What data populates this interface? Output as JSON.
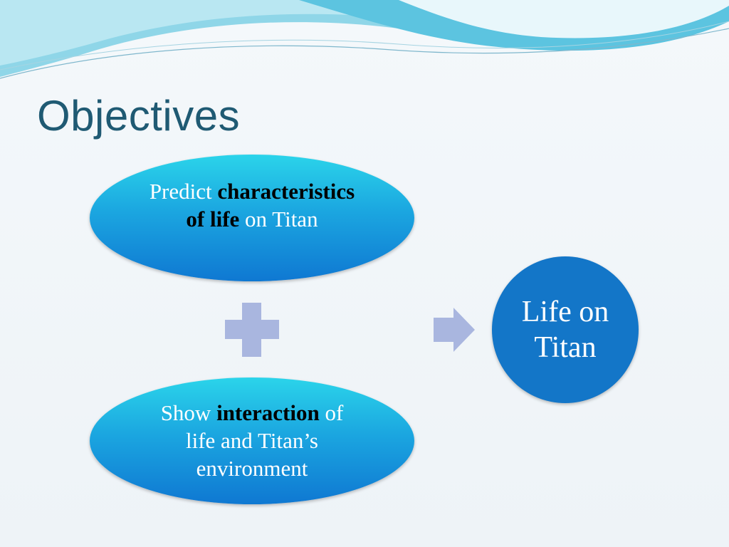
{
  "slide": {
    "title": "Objectives",
    "top_ellipse": {
      "part1": "Predict ",
      "bold1": "characteristics",
      "part2": " ",
      "bold2": "of",
      "part3": " ",
      "bold3": "life",
      "part4": " on Titan"
    },
    "bottom_ellipse": {
      "part1": "Show ",
      "bold1": "interaction",
      "part2": " of life and Titan’s environment"
    },
    "result_circle": {
      "text": "Life on Titan"
    }
  },
  "colors": {
    "title": "#1f5a73",
    "ellipse_top": "#2bd4ea",
    "ellipse_bottom": "#0f78d2",
    "circle": "#1376c8",
    "connector": "#a9b6df"
  }
}
